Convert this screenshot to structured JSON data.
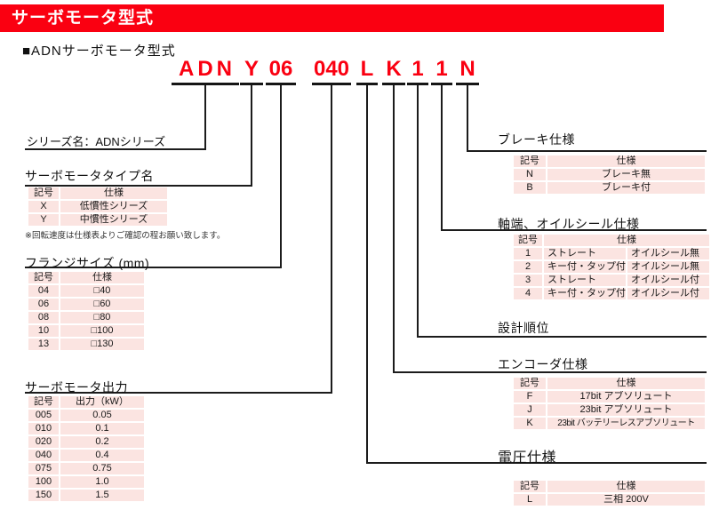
{
  "banner": {
    "title": "サーボモータ型式"
  },
  "subtitle": "■ADNサーボモータ型式",
  "model_code": {
    "full": "ADNY06040LK11N",
    "segments": [
      "ADN",
      "Y",
      "06",
      "040",
      "L",
      "K",
      "1",
      "1",
      "N"
    ]
  },
  "colors": {
    "accent_red": "#fa0011",
    "table_pink": "#fbe4e1",
    "line_black": "#1c1c1c"
  },
  "sections": {
    "series": {
      "label": "シリーズ名：ADNシリーズ"
    },
    "motor_type": {
      "title": "サーボモータタイプ名",
      "headers": [
        "記号",
        "仕様"
      ],
      "rows": [
        [
          "X",
          "低慣性シリーズ"
        ],
        [
          "Y",
          "中慣性シリーズ"
        ]
      ],
      "note": "※回転速度は仕様表よりご確認の程お願い致します。"
    },
    "flange": {
      "title": "フランジサイズ (mm)",
      "headers": [
        "記号",
        "仕様"
      ],
      "rows": [
        [
          "04",
          "□40"
        ],
        [
          "06",
          "□60"
        ],
        [
          "08",
          "□80"
        ],
        [
          "10",
          "□100"
        ],
        [
          "13",
          "□130"
        ]
      ]
    },
    "output": {
      "title": "サーボモータ出力",
      "headers": [
        "記号",
        "出力（kW）"
      ],
      "rows": [
        [
          "005",
          "0.05"
        ],
        [
          "010",
          "0.1"
        ],
        [
          "020",
          "0.2"
        ],
        [
          "040",
          "0.4"
        ],
        [
          "075",
          "0.75"
        ],
        [
          "100",
          "1.0"
        ],
        [
          "150",
          "1.5"
        ]
      ]
    },
    "brake": {
      "title": "ブレーキ仕様",
      "headers": [
        "記号",
        "仕様"
      ],
      "rows": [
        [
          "N",
          "ブレーキ無"
        ],
        [
          "B",
          "ブレーキ付"
        ]
      ]
    },
    "shaft_oilseal": {
      "title": "軸端、オイルシール仕様",
      "headers": [
        "記号",
        "仕様"
      ],
      "rows": [
        [
          "1",
          "ストレート",
          "オイルシール無"
        ],
        [
          "2",
          "キー付・タップ付",
          "オイルシール無"
        ],
        [
          "3",
          "ストレート",
          "オイルシール付"
        ],
        [
          "4",
          "キー付・タップ付",
          "オイルシール付"
        ]
      ]
    },
    "design": {
      "title": "設計順位"
    },
    "encoder": {
      "title": "エンコーダ仕様",
      "headers": [
        "記号",
        "仕様"
      ],
      "rows": [
        [
          "F",
          "17bit アブソリュート"
        ],
        [
          "J",
          "23bit アブソリュート"
        ],
        [
          "K",
          "23bit バッテリーレスアブソリュート"
        ]
      ]
    },
    "voltage": {
      "title": "電圧仕様",
      "headers": [
        "記号",
        "仕様"
      ],
      "rows": [
        [
          "L",
          "三相 200V"
        ]
      ]
    }
  }
}
